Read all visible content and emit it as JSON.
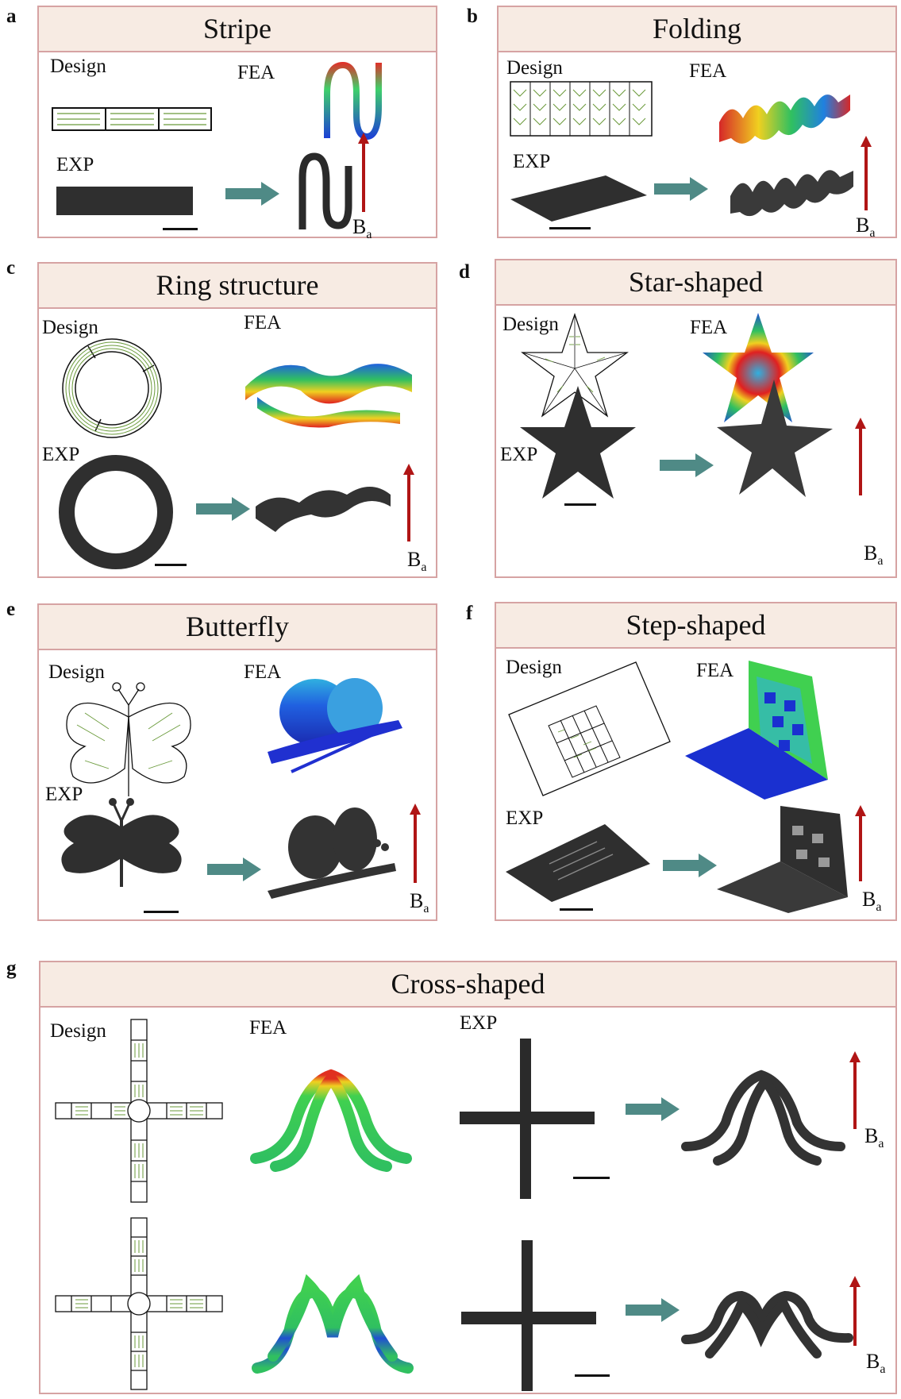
{
  "panels": [
    {
      "letter": "a",
      "title": "Stripe"
    },
    {
      "letter": "b",
      "title": "Folding"
    },
    {
      "letter": "c",
      "title": "Ring structure"
    },
    {
      "letter": "d",
      "title": "Star-shaped"
    },
    {
      "letter": "e",
      "title": "Butterfly"
    },
    {
      "letter": "f",
      "title": "Step-shaped"
    },
    {
      "letter": "g",
      "title": "Cross-shaped"
    }
  ],
  "labels": {
    "design": "Design",
    "fea": "FEA",
    "exp": "EXP",
    "field": "B",
    "field_sub": "a"
  },
  "colors": {
    "panel_border": "#d6a3a3",
    "title_fill": "#f7ebe3",
    "field_arrow": "#b01515",
    "process_arrow": "#4f8a86",
    "sample": "#2f2f2f",
    "pattern_arrow": "#6a9a3a"
  }
}
